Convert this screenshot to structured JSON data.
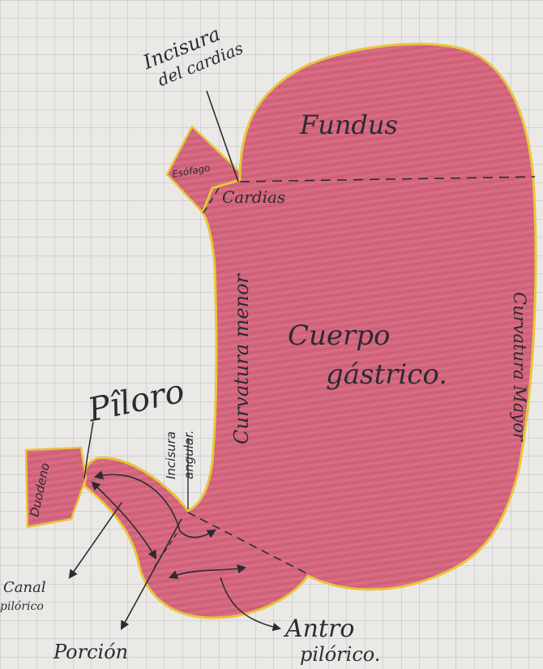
{
  "diagram": {
    "labels": {
      "incisura_cardias": [
        "Incisura",
        "del cardias"
      ],
      "fundus": "Fundus",
      "esofago": "Esófago",
      "cardias": "Cardias",
      "curvatura_menor": "Curvatura menor",
      "curvatura_mayor": "Curvatura Mayor",
      "cuerpo": [
        "Cuerpo",
        "gástrico."
      ],
      "piloro": "Pîloro",
      "incisura_angular": [
        "Incisura",
        "angular."
      ],
      "duodeno": "Duodeno",
      "canal_pilorico": [
        "Canal",
        "pilórico"
      ],
      "porcion": "Porción",
      "antro": [
        "Antro",
        "pilórico."
      ]
    },
    "colors": {
      "paper": "#ebe9e6",
      "grid": "#b9b9bd",
      "stomach_fill": "#d2647c",
      "outline": "#e8c63a",
      "ink": "#2b2b33"
    }
  }
}
